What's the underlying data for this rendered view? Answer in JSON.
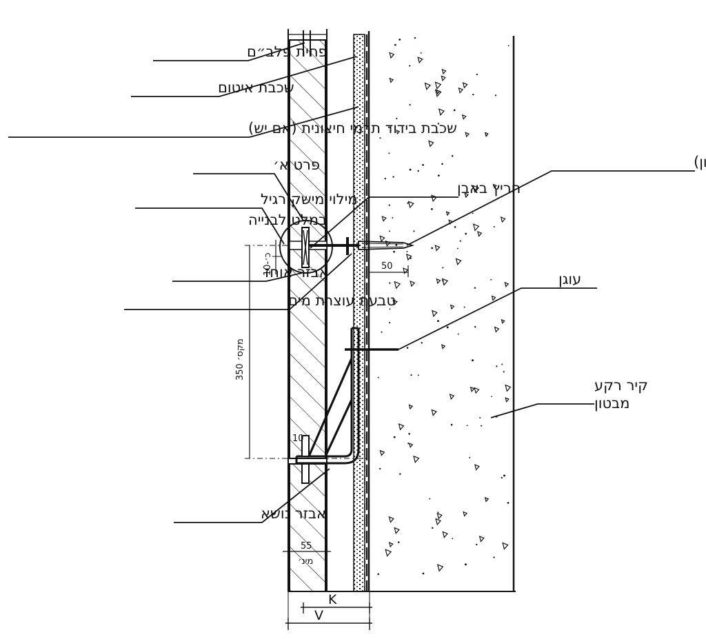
{
  "labels": {
    "pchit_palbam": "פחית פלב״ם",
    "shichvat_itum": "שכבת איטום",
    "shichvat_bidud": "שכבת בידוד תרמי חיצונית (אם יש)",
    "prat_a": "פרט א׳",
    "miluy_mishak_1": "מילוי מישק רגיל",
    "miluy_mishak_2": "במלט לבנייה",
    "avzar_ochez": "אבזר אוחז",
    "tabaat_otzeret": "טבעת עוצרת מים",
    "harits_baeven": "חריץ באבן",
    "meytad": "מיתד פוליאמיד (ניילון)",
    "ogen": "עוגן",
    "kir_raka_1": "קיר רקע",
    "kir_raka_2": "מבטון",
    "avzar_nose": "אבזר נושא"
  },
  "dimensions": {
    "d50": "50",
    "d10": "10-כ׳",
    "d350": "350 מקס׳",
    "d10_small": "10",
    "d55": "55",
    "d55_sub": "מינ׳",
    "K": "K",
    "V": "V"
  },
  "colors": {
    "ink": "#111111",
    "paper": "#ffffff"
  }
}
